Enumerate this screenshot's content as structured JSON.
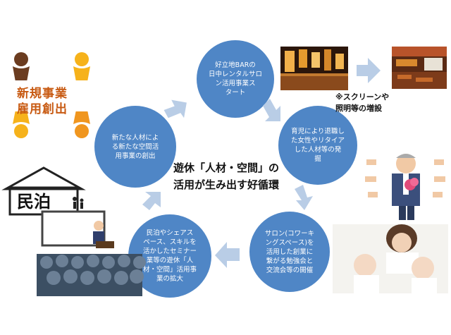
{
  "diagram": {
    "center_title": "遊休「人材・空間」の\n活用が生み出す好循環",
    "nodes": [
      {
        "id": "bar",
        "text": "好立地BARの\n日中レンタルサロ\nン活用事業ス\nタート"
      },
      {
        "id": "women",
        "text": "育児により退職し\nた女性やリタイア\nした人材等の発\n掘"
      },
      {
        "id": "salon",
        "text": "サロン(コワーキ\nングスペース)を\n活用した創業に\n繋がる勉強会と\n交流会等の開催"
      },
      {
        "id": "minpaku",
        "text": "民泊やシェアス\nペース、スキルを\n活かしたセミナー\n業等の遊休「人\n材・空間」活用事\n業の拡大"
      },
      {
        "id": "new",
        "text": "新たな人材によ\nる新たな空間活\n用事業の創出"
      }
    ],
    "note": "※スクリーンや\n照明等の増設"
  },
  "logo": {
    "line1": "新規事業",
    "line2": "雇用創出"
  },
  "house_label": "民泊",
  "colors": {
    "node": "#4f86c6",
    "arrow": "#b9cde6",
    "logo_text": "#c85a12",
    "logo_bg": "#f4cb9a"
  }
}
